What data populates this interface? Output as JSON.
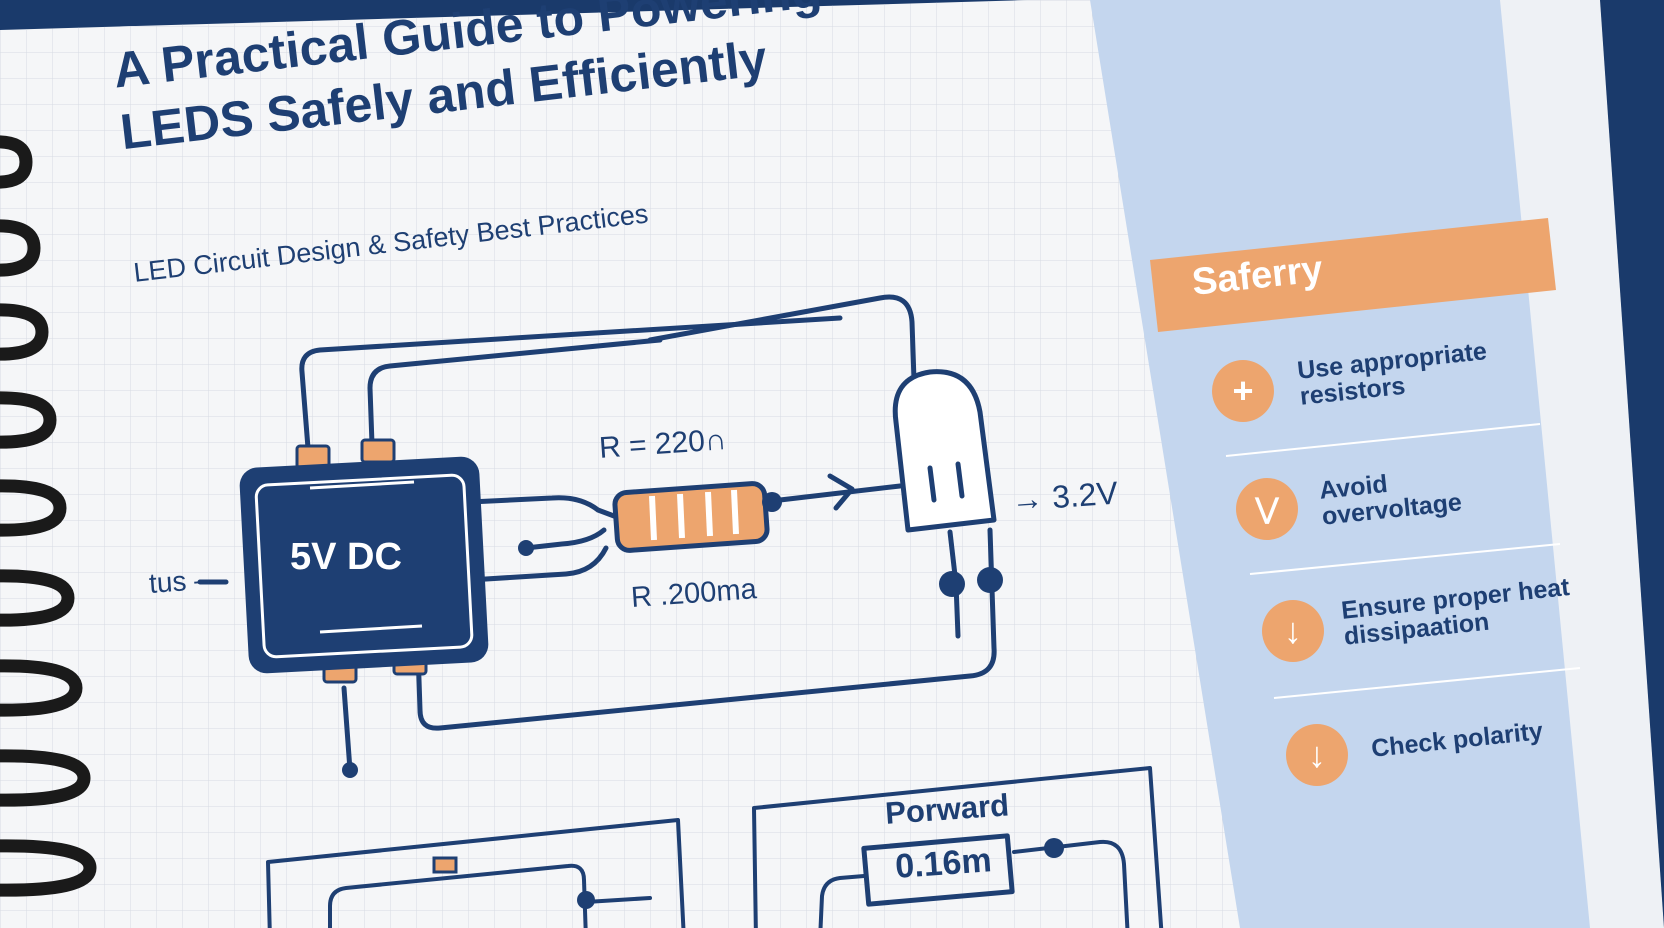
{
  "title_lines": [
    "A Practical Guide to Powering",
    "LEDS Safely and Efficiently"
  ],
  "subtitle": "LED Circuit Design & Safety Best Practices",
  "circuit": {
    "source_label": "5V DC",
    "input_label": "tus —",
    "resistor_label": "R = 220∩",
    "current_label": "R .200ma",
    "voltage_label": "→ 3.2V",
    "forward_label": "Porward",
    "forward_value": "0.16m"
  },
  "safety": {
    "heading": "Saferry",
    "items": [
      {
        "icon": "plus-icon",
        "lines": [
          "Use appropriate",
          "resistors"
        ]
      },
      {
        "icon": "double-chevron-down-icon",
        "lines": [
          "Avoid",
          "overvoltage"
        ]
      },
      {
        "icon": "arrow-down-icon",
        "lines": [
          "Ensure proper heat",
          "dissipaation"
        ]
      },
      {
        "icon": "arrow-down-icon",
        "lines": [
          "Check polarity"
        ]
      }
    ]
  },
  "colors": {
    "navy": "#1e3f73",
    "accent_orange": "#eda56e",
    "panel_blue": "#c4d6ee",
    "paper": "#f5f6f8"
  }
}
